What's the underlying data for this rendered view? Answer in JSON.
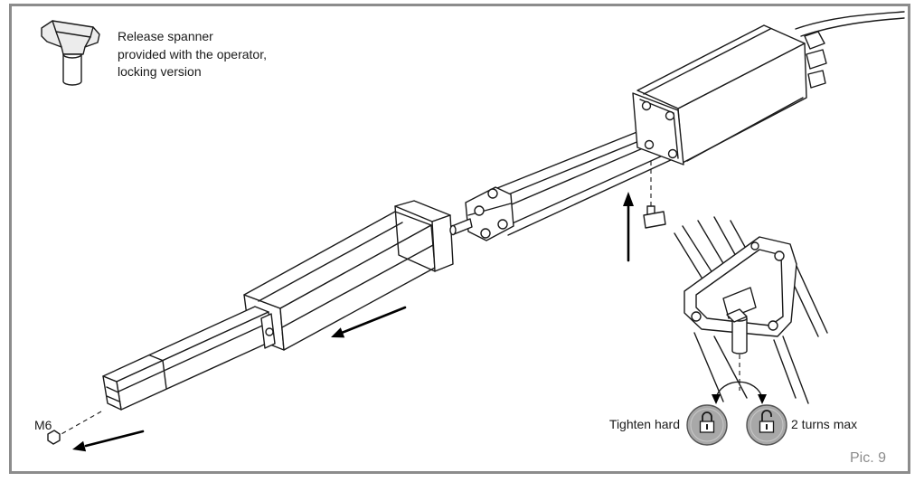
{
  "spanner_note": {
    "icon": "release-spanner-icon",
    "lines": [
      "Release spanner",
      "provided with the operator,",
      "locking version"
    ]
  },
  "labels": {
    "bolt_size": "M6",
    "tighten": "Tighten hard",
    "release_turns": "2 turns max"
  },
  "figure_label": "Pic. 9",
  "icons": {
    "locked": "padlock-locked-icon",
    "unlocked": "padlock-unlocked-icon",
    "rotation": "double-headed-rotation-arrow-icon",
    "direction_up": "arrow-up-icon",
    "direction_slide": "arrow-down-left-icon"
  },
  "colors": {
    "frame": "#8c8c8c",
    "lock_badge": "#a8a8a8",
    "figure_label": "#8c8c8c",
    "line": "#1a1a1a"
  }
}
